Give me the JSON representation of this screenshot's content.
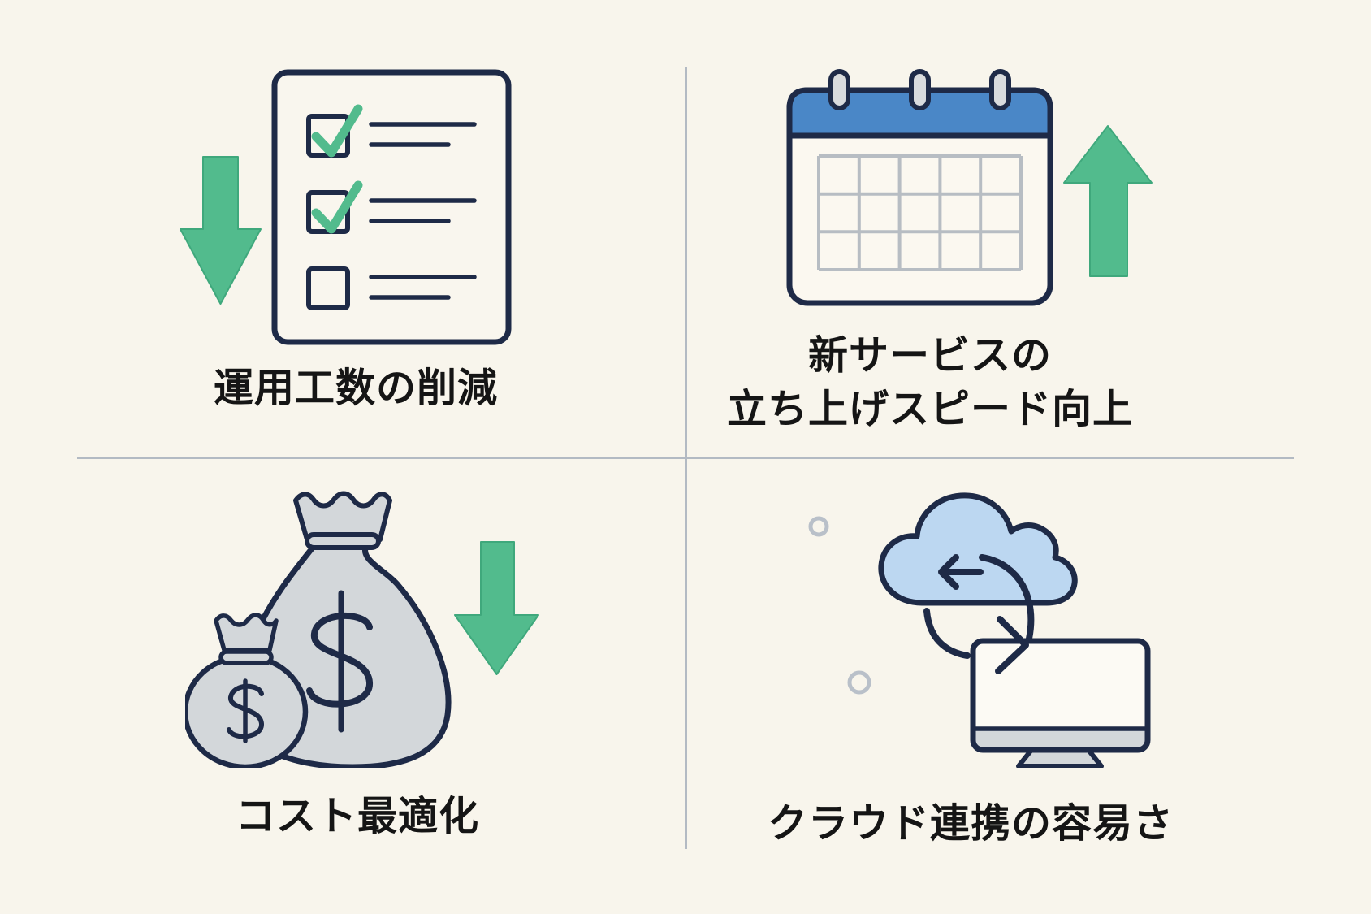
{
  "palette": {
    "background": "#f8f5ec",
    "outline_navy": "#1e2a47",
    "accent_green": "#52bb8d",
    "accent_green_edge": "#3fa87c",
    "calendar_blue": "#4a87c7",
    "cloud_blue": "#bcd7f1",
    "object_gray": "#d3d7da",
    "ring_gray": "#d9dbdd",
    "grid_gray": "#b7bdc3",
    "divider_gray": "#b3bac3",
    "text_black": "#151515"
  },
  "quadrants": {
    "top_left": {
      "label": "運用工数の削減",
      "icons": [
        "down-arrow-icon",
        "checklist-icon"
      ]
    },
    "top_right": {
      "label_line1": "新サービスの",
      "label_line2": "立ち上げスピード向上",
      "icons": [
        "calendar-icon",
        "up-arrow-icon"
      ]
    },
    "bottom_left": {
      "label": "コスト最適化",
      "icons": [
        "money-bags-icon",
        "down-arrow-icon"
      ]
    },
    "bottom_right": {
      "label": "クラウド連携の容易さ",
      "icons": [
        "cloud-sync-icon",
        "monitor-icon"
      ]
    }
  }
}
